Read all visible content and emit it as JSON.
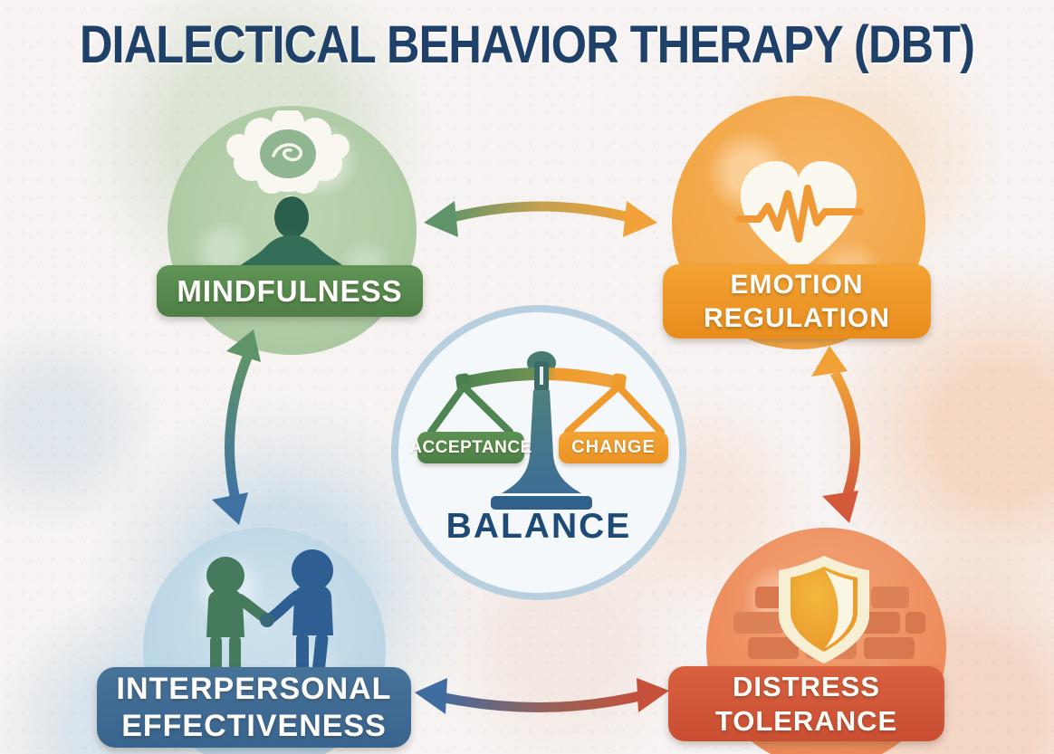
{
  "title": "DIALECTICAL BEHAVIOR THERAPY (DBT)",
  "modules": {
    "mindfulness": {
      "label": "MINDFULNESS",
      "icon": "meditating-person-with-thought-cloud-icon",
      "circle_color": "#b1cda7",
      "banner_color": "#55894e"
    },
    "emotion_regulation": {
      "label": "EMOTION REGULATION",
      "icon": "heart-heartbeat-icon",
      "circle_color": "#f3a747",
      "banner_color": "#ec9526"
    },
    "interpersonal_effectiveness": {
      "label": "INTERPERSONAL EFFECTIVENESS",
      "icon": "handshake-people-icon",
      "circle_color": "#bdd7e6",
      "banner_color": "#3f6b96"
    },
    "distress_tolerance": {
      "label": "DISTRESS TOLERANCE",
      "icon": "shield-brick-wall-icon",
      "circle_color": "#ee8f5e",
      "banner_color": "#d25639"
    }
  },
  "center": {
    "caption": "BALANCE",
    "icon": "balance-scale-icon",
    "left_pan_label": "ACCEPTANCE",
    "right_pan_label": "CHANGE",
    "left_pan_color": "#55894e",
    "right_pan_color": "#f0992b"
  },
  "arrows": {
    "top": {
      "name": "mindfulness-emotion-arrow",
      "style": "double-headed, green to orange"
    },
    "left": {
      "name": "mindfulness-interpersonal-arrow",
      "style": "double-headed, green to blue"
    },
    "right": {
      "name": "emotion-distress-arrow",
      "style": "double-headed, orange to red"
    },
    "bottom": {
      "name": "interpersonal-distress-arrow",
      "style": "double-headed, blue to red"
    }
  },
  "colors": {
    "title_navy": "#1f4068",
    "background": "#f7f3f2",
    "balance_caption_navy": "#1d4a76",
    "arrow_green": "#5f9468",
    "arrow_orange": "#f0a238",
    "arrow_blue": "#3f6da0",
    "arrow_red": "#c7503a"
  }
}
